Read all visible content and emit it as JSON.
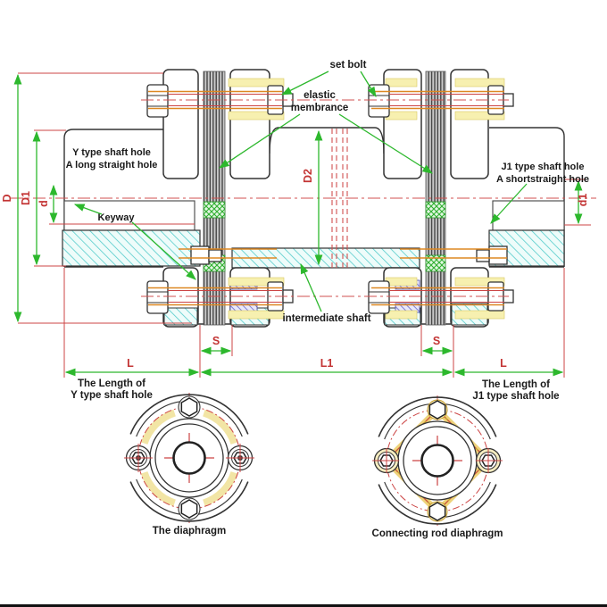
{
  "drawing": {
    "type": "technical-drawing",
    "subject": "double diaphragm coupling cross-section with two end views",
    "callouts": {
      "set_bolt": "set bolt",
      "elastic_line1": "elastic",
      "elastic_line2": "membrance",
      "y_hole_line1": "Y type shaft hole",
      "y_hole_line2": "A long straight hole",
      "j1_hole_line1": "J1 type shaft hole",
      "j1_hole_line2": "A shortstraight hole",
      "keyway": "Keyway",
      "intermediate_shaft": "intermediate shaft"
    },
    "dimensions": {
      "D": "D",
      "D1": "D1",
      "d": "d",
      "D2": "D2",
      "d1": "d1",
      "S": "S",
      "L": "L",
      "L1": "L1"
    },
    "bottom_labels": {
      "length_y_line1": "The Length of",
      "length_y_line2": "Y type shaft hole",
      "length_j1_line1": "The Length of",
      "length_j1_line2": "J1 type shaft hole",
      "left_view": "The diaphragm",
      "right_view": "Connecting rod diaphragm"
    },
    "colors": {
      "outline": "#333333",
      "centerline_red": "#d05050",
      "extension_red": "#cc4444",
      "dimension_green": "#2db82d",
      "dim_label_red": "#c33434",
      "shaft_hatch_cyan": "#55cccc",
      "bolt_line_orange": "#dd8822",
      "highlight_yellow": "#f7f0b0",
      "membrane_green": "#33bb33",
      "bushing_purple": "#6666cc",
      "diaphragm_yellow": "#eed27a"
    }
  }
}
